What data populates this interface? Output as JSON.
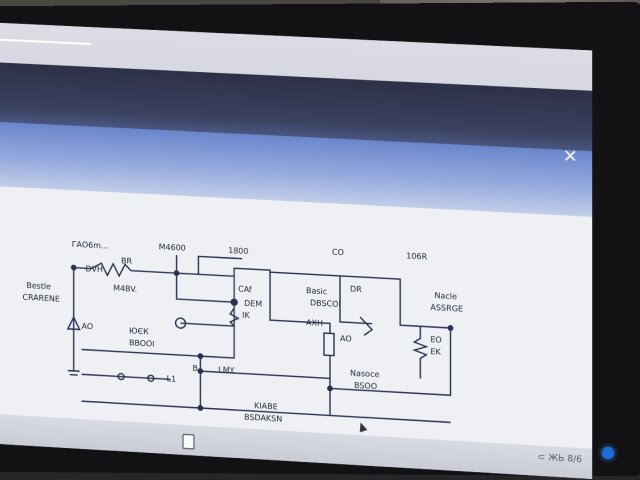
{
  "labels": {
    "top_left": "ГАО6m...",
    "br": "BR",
    "m4600": "M4600",
    "ti800": "1800",
    "co": "CO",
    "i06r": "106R",
    "dvh": "DVH",
    "m4bv": "M4BV.",
    "caf": "CAf",
    "dem": "DEM",
    "ik": "IK",
    "basic_top": "Basic",
    "basic_bottom": "DBSCOI",
    "dr": "DR",
    "nacle_top": "Nacle",
    "nacle_bottom": "ASSRGE",
    "bestle": "Bestle",
    "crarene": "CRARENE",
    "ao": "AO",
    "axh": "AXH",
    "eo": "EO",
    "ek": "EK",
    "kek": "ЮЄК",
    "bboo": "BBOOI",
    "lmy": "LMY",
    "b": "B",
    "nasoe": "Nasoce",
    "bsoo": "BSOO",
    "l1": "L1",
    "kiabe": "KIABE",
    "bsdaksn": "BSDAKSN"
  },
  "status_text": "⊂ ЖЬ 8/6",
  "icons": {
    "close": "close-icon",
    "cursor": "mouse-cursor-icon",
    "document": "document-icon",
    "power": "power-led-icon"
  },
  "colors": {
    "wire": "#2a3150",
    "screen_bg": "#eef0f4",
    "header_dark": "#2d3046",
    "header_blue": "#6a86cc",
    "power_led": "#1e6ad8"
  }
}
